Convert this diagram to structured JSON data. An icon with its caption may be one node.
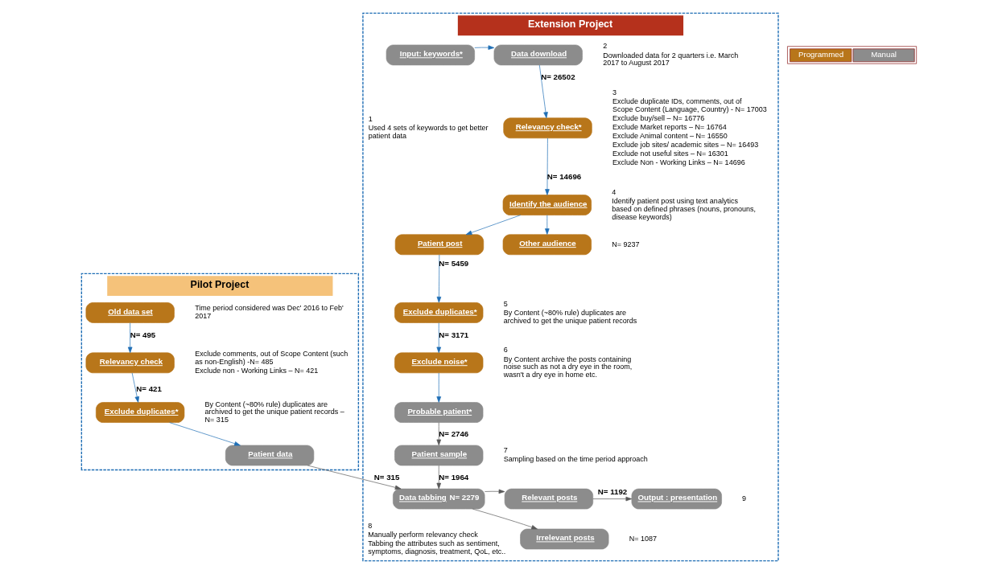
{
  "diagram": {
    "nodes": [
      {
        "text": [
          "Pilot Project"
        ]
      },
      {
        "text": [
          "Extension Project"
        ]
      },
      {
        "text": [
          "Old data set"
        ],
        "in": 0,
        "beside": [
          "Time period considered was Dec' 2016 to Feb' 2017"
        ]
      },
      {
        "text": [
          "Relevancy check"
        ],
        "in": 0,
        "beside": [
          "Exclude comments, out of Scope Content (such as non-English) -N= 485",
          "Exclude non - Working Links – N= 421"
        ]
      },
      {
        "text": [
          "Exclude duplicates*"
        ],
        "in": 0,
        "beside": [
          "By Content (~80% rule) duplicates are archived to get the unique patient records – N= 315"
        ]
      },
      {
        "text": [
          "Patient data"
        ],
        "in": 0
      },
      {
        "text": [
          "Input: keywords*"
        ],
        "in": 1,
        "beside": [
          "1",
          "Used 4 sets of keywords to get better patient data"
        ]
      },
      {
        "text": [
          "Data download"
        ],
        "in": 1,
        "beside": [
          "2",
          "Downloaded data for 2 quarters i.e. March 2017 to August 2017"
        ]
      },
      {
        "text": [
          "Relevancy check*"
        ],
        "in": 1,
        "beside": [
          "3",
          "Exclude duplicate IDs, comments, out of Scope Content (Language, Country) - N= 17003",
          "Exclude buy/sell – N= 16776",
          "Exclude Market reports – N= 16764",
          "Exclude Animal content – N= 16550",
          "Exclude job sites/ academic sites – N= 16493",
          "Exclude not useful sites – N= 16301",
          "Exclude Non - Working Links – N= 14696"
        ]
      },
      {
        "text": [
          "Identify the audience"
        ],
        "in": 1,
        "beside": [
          "4",
          "Identify patient post using text analytics based on defined phrases (nouns, pronouns, disease keywords)"
        ]
      },
      {
        "text": [
          "Patient post"
        ],
        "in": 1
      },
      {
        "text": [
          "Other audience"
        ],
        "in": 1,
        "beside": [
          "N= 9237"
        ]
      },
      {
        "text": [
          "Exclude duplicates*"
        ],
        "in": 1,
        "beside": [
          "5",
          "By Content (~80% rule) duplicates are archived to get the unique patient records"
        ]
      },
      {
        "text": [
          "Exclude noise*"
        ],
        "in": 1,
        "beside": [
          "6",
          "By Content archive the posts containing noise such as not a dry eye in the room, wasn't a dry eye in home etc."
        ]
      },
      {
        "text": [
          "Probable patient*"
        ],
        "in": 1
      },
      {
        "text": [
          "Patient sample"
        ],
        "in": 1,
        "beside": [
          "7",
          "Sampling based on the time period approach"
        ]
      },
      {
        "text": [
          "Data tabbing",
          "N= 2279"
        ],
        "in": 1,
        "beside": [
          "8",
          "Manually perform relevancy check",
          "Tabbing the attributes such as sentiment, symptoms, diagnosis, treatment, QoL, etc.."
        ]
      },
      {
        "text": [
          "Relevant posts"
        ],
        "in": 1
      },
      {
        "text": [
          "Output : presentation"
        ],
        "in": 1,
        "beside": [
          "9"
        ]
      },
      {
        "text": [
          "Irrelevant posts"
        ],
        "in": 1,
        "beside": [
          "N= 1087"
        ]
      }
    ],
    "edges": [
      {
        "from": 2,
        "to": 3,
        "arrow": "to",
        "label": "N= 495"
      },
      {
        "from": 3,
        "to": 4,
        "arrow": "to",
        "label": "N= 421"
      },
      {
        "from": 4,
        "to": 5,
        "arrow": "to"
      },
      {
        "from": 5,
        "to": 16,
        "arrow": "to",
        "label": "N= 315",
        "color": "#595959"
      },
      {
        "from": 6,
        "to": 7,
        "arrow": "to"
      },
      {
        "from": 7,
        "to": 8,
        "arrow": "to",
        "label": "N= 26502"
      },
      {
        "from": 8,
        "to": 9,
        "arrow": "to",
        "label": "N= 14696"
      },
      {
        "from": 9,
        "to": 10,
        "arrow": "to"
      },
      {
        "from": 9,
        "to": 11,
        "arrow": "to"
      },
      {
        "from": 10,
        "to": 12,
        "arrow": "to",
        "label": "N= 5459"
      },
      {
        "from": 12,
        "to": 13,
        "arrow": "to",
        "label": "N= 3171"
      },
      {
        "from": 13,
        "to": 14,
        "arrow": "to"
      },
      {
        "from": 14,
        "to": 15,
        "arrow": "to",
        "label": "N= 2746",
        "color": "#595959"
      },
      {
        "from": 15,
        "to": 16,
        "arrow": "to",
        "label": "N= 1964",
        "color": "#595959"
      },
      {
        "from": 16,
        "to": 17,
        "arrow": "to",
        "color": "#595959"
      },
      {
        "from": 17,
        "to": 18,
        "arrow": "to",
        "label": "N= 1192",
        "color": "#595959"
      },
      {
        "from": 16,
        "to": 19,
        "arrow": "to",
        "color": "#595959"
      }
    ],
    "legend": [
      {
        "text": "Programmed",
        "color": "#b8761a"
      },
      {
        "text": "Manual",
        "color": "#8c8c8c"
      }
    ]
  }
}
